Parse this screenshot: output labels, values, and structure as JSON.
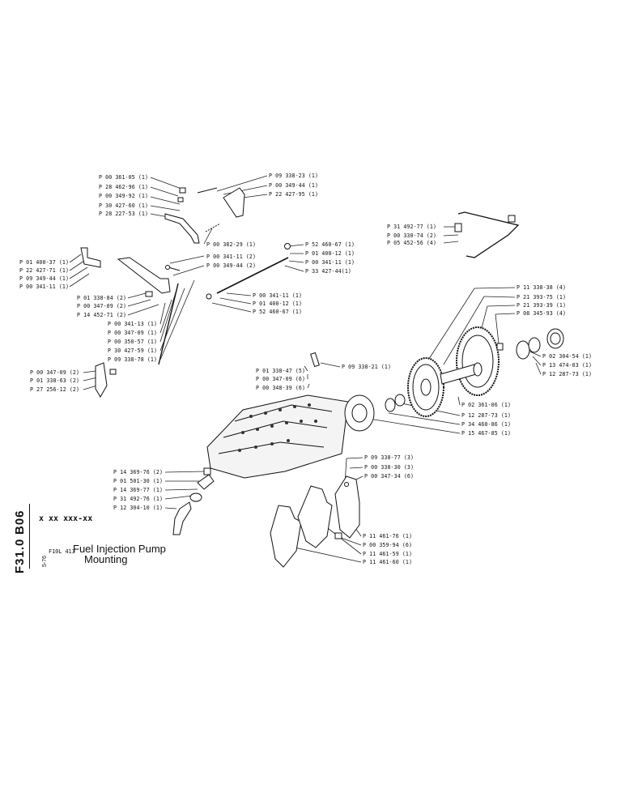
{
  "sheet": {
    "code_major": "B06",
    "code_minor": "F31.0",
    "serial_mask": "x xx xxx-xx",
    "sub_code": "5-76",
    "ref": "F10L 413",
    "title_line1": "Fuel Injection Pump",
    "title_line2": "Mounting"
  },
  "parts": {
    "lever_group": {
      "a": "P 00 361-05 (1)",
      "b": "P 28 462-96 (1)",
      "c": "P 00 349-92 (1)",
      "d": "P 30 427-60 (1)",
      "e": "P 28 227-53 (1)",
      "f": "P 09 338-23 (1)",
      "g": "P 00 349-44 (1)",
      "h": "P 22 427-95 (1)",
      "i": "P 00 382-29 (1)",
      "j": "P 00 341-11 (2)",
      "k": "P 00 349-44 (2)"
    },
    "rod_group": {
      "a": "P 52 460-67 (1)",
      "b": "P 01 400-12 (1)",
      "c": "P 00 341-11 (1)",
      "d": "P 33 427-44(1)",
      "e": "P 00 341-11 (1)",
      "f": "P 01 400-12 (1)",
      "g": "P 52 460-67 (1)"
    },
    "left_group": {
      "a": "P 01 400-37 (1)",
      "b": "P 22 427-71 (1)",
      "c": "P 09 349-44 (1)",
      "d": "P 00 341-11 (1)",
      "e": "P 01 338-84 (2)",
      "f": "P 00 347-09 (2)",
      "g": "P 14 452-71 (2)",
      "h": "P 00 341-13 (1)",
      "i": "P 00 347-09 (1)",
      "j": "P 00 350-57 (1)",
      "k": "P 30 427-59 (1)",
      "l": "P 09 338-78 (1)",
      "m": "P 00 347-09 (2)",
      "n": "P 01 338-63 (2)",
      "o": "P 27 256-12 (2)"
    },
    "pipe_group": {
      "a": "P 31 492-77 (1)",
      "b": "P 00 330-74 (2)",
      "c": "P 05 452-56 (4)"
    },
    "gear_group": {
      "a": "P 11 338-38 (4)",
      "b": "P 21 393-75 (1)",
      "c": "P 21 393-39 (1)",
      "d": "P 08 345-93 (4)",
      "e": "P 02 304-54 (1)",
      "f": "P 13 474-03 (1)",
      "g": "P 12 287-73 (1)"
    },
    "bolt_group": {
      "a": "P 01 338-47 (5)",
      "b": "P 00 347-09 (6)",
      "c": "P 00 348-39 (6)",
      "d": "P 09 338-21 (1)"
    },
    "hub_group": {
      "a": "P 02 361-06 (1)",
      "b": "P 12 287-73 (1)",
      "c": "P 34 460-86 (1)",
      "d": "P 15 467-85 (1)"
    },
    "bracket_group": {
      "a": "P 09 338-77 (3)",
      "b": "P 00 338-30 (3)",
      "c": "P 00 347-34 (6)",
      "d": "P 11 461-76 (1)",
      "e": "P 00 359-94 (6)",
      "f": "P 11 461-59 (1)",
      "g": "P 11 461-60 (1)"
    },
    "elbow_group": {
      "a": "P 14 369-76 (2)",
      "b": "P 01 501-30 (1)",
      "c": "P 14 369-77 (1)",
      "d": "P 31 492-76 (1)",
      "e": "P 12 304-10 (1)"
    }
  }
}
